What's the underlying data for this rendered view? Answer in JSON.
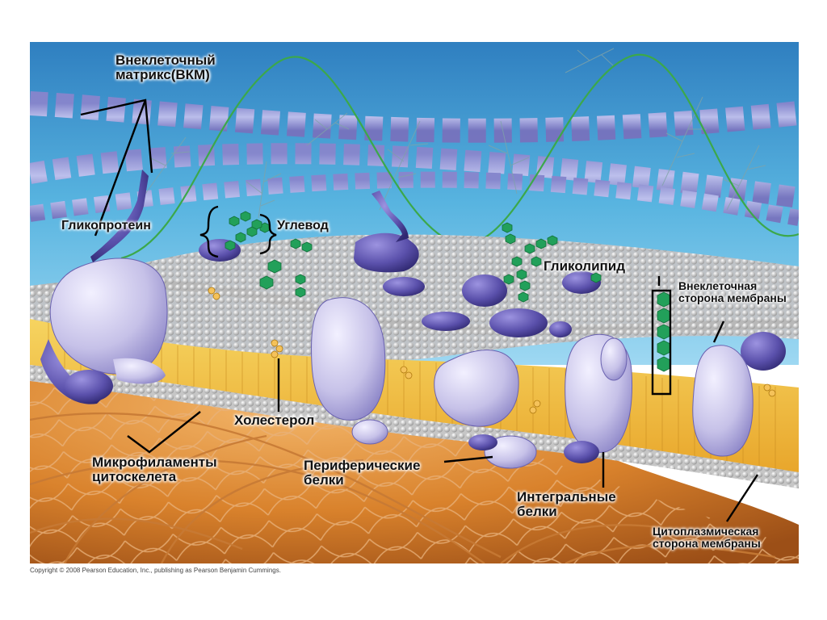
{
  "labels": {
    "ecm": "Внеклеточный\nматрикс(ВКМ)",
    "glycoprotein": "Гликопротеин",
    "carbohydrate": "Углевод",
    "glycolipid": "Гликолипид",
    "extracellular_side": "Внеклеточная\nсторона мембраны",
    "cholesterol": "Холестерол",
    "microfilaments": "Микрофиламенты\nцитоскелета",
    "peripheral_proteins": "Периферические\nбелки",
    "integral_proteins": "Интегральные\nбелки",
    "cytoplasmic_side": "Цитоплазмическая\nсторона мембраны"
  },
  "copyright": "Copyright © 2008 Pearson Education, Inc., publishing as Pearson Benjamin Cummings.",
  "colors": {
    "extracellular": "#4aa8d8",
    "cytoplasm": "#e08a2e",
    "lipid_tails": "#f0c040",
    "protein": "#c8c4e8",
    "protein_dark": "#5e54a8",
    "carbohydrate": "#2aa05a",
    "phospholipid_head": "#d8d8d8"
  }
}
